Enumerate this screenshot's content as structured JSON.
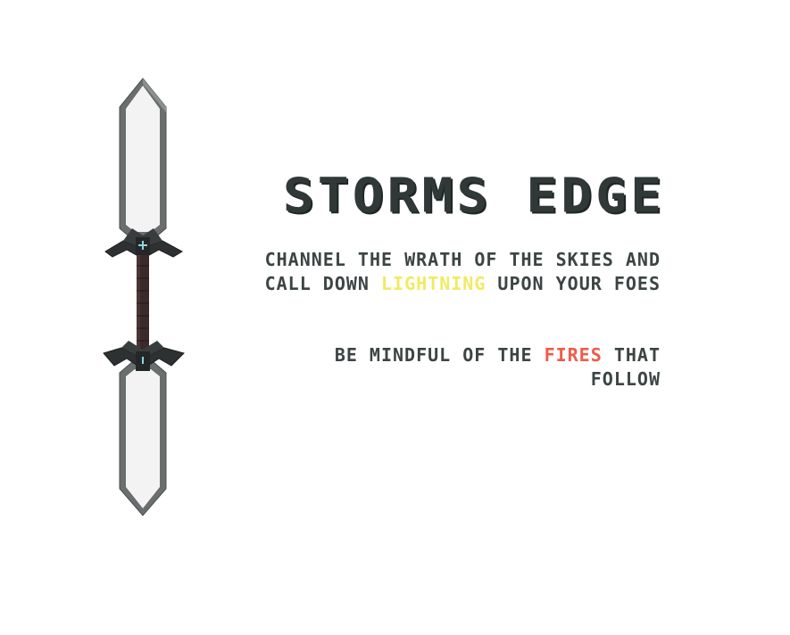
{
  "item": {
    "name": "STORMS EDGE",
    "icon": "double-bladed-pixel-sword-icon"
  },
  "lore": {
    "line1": {
      "text_a": "CHANNEL THE WRATH OF THE SKIES AND CALL DOWN ",
      "highlight": "LIGHTNING",
      "text_b": " UPON YOUR FOES"
    },
    "line2": {
      "text_a": "BE MINDFUL OF THE ",
      "highlight": "FIRES",
      "text_b": " THAT FOLLOW"
    }
  },
  "colors": {
    "background": "#ffffff",
    "title": "#303838",
    "text": "#3c4444",
    "highlight_lightning": "#f1ea63",
    "highlight_fire": "#f05a4a",
    "blade_outline": "#6a6e6f",
    "blade_inner": "#f2f2f2",
    "handle": "#3a2a2a",
    "gem": "#8fd4e0"
  }
}
